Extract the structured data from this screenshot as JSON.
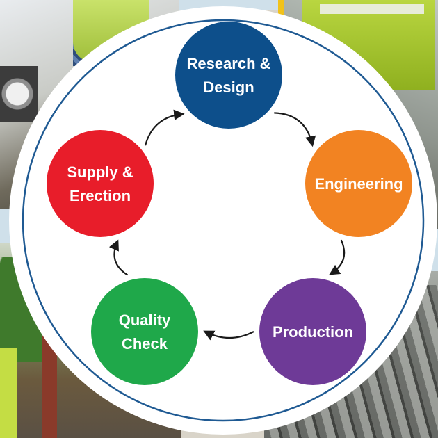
{
  "diagram": {
    "type": "cycle",
    "nodes": [
      {
        "id": "research",
        "lines": [
          "Research &",
          "Design"
        ],
        "color": "#0d4f8b"
      },
      {
        "id": "engineering",
        "lines": [
          "Engineering"
        ],
        "color": "#f28322"
      },
      {
        "id": "production",
        "lines": [
          "Production"
        ],
        "color": "#6e3a97"
      },
      {
        "id": "quality",
        "lines": [
          "Quality",
          "Check"
        ],
        "color": "#1fa84a"
      },
      {
        "id": "supply",
        "lines": [
          "Supply &",
          "Erection"
        ],
        "color": "#e81d2a"
      }
    ],
    "edges": [
      {
        "from": "research",
        "to": "engineering"
      },
      {
        "from": "engineering",
        "to": "production"
      },
      {
        "from": "production",
        "to": "quality"
      },
      {
        "from": "quality",
        "to": "supply"
      },
      {
        "from": "supply",
        "to": "research"
      }
    ],
    "colors": {
      "ring": "#1f5a93",
      "disc": "#ffffff",
      "arrow": "#1a1a1a"
    }
  }
}
